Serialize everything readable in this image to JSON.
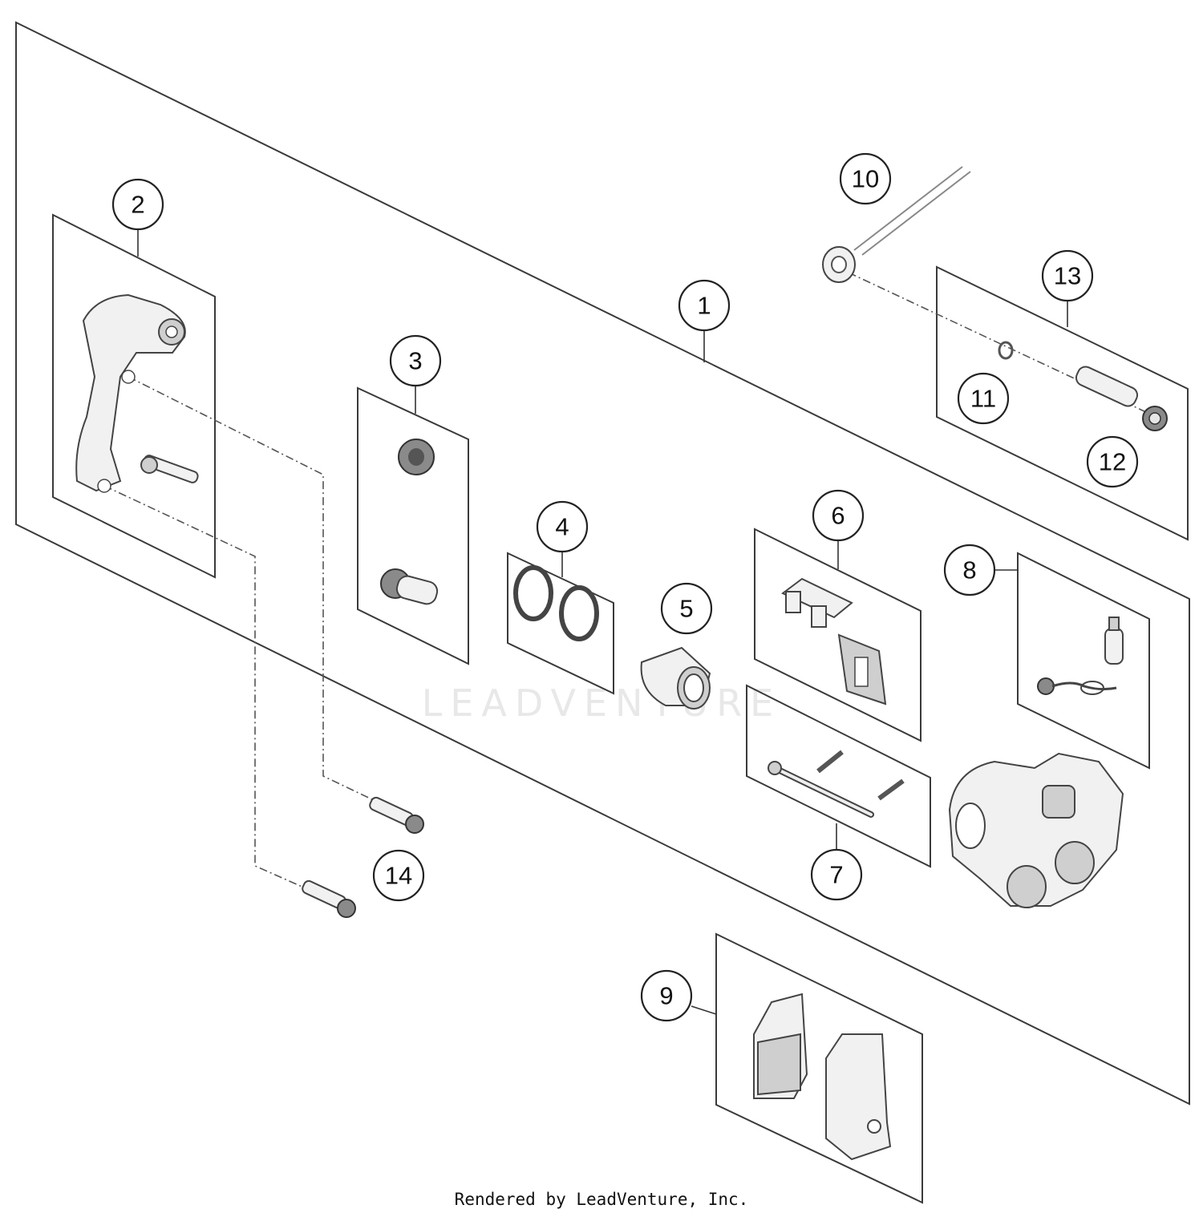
{
  "diagram": {
    "callouts": [
      {
        "label": "1"
      },
      {
        "label": "2"
      },
      {
        "label": "3"
      },
      {
        "label": "4"
      },
      {
        "label": "5"
      },
      {
        "label": "6"
      },
      {
        "label": "7"
      },
      {
        "label": "8"
      },
      {
        "label": "9"
      },
      {
        "label": "10"
      },
      {
        "label": "11"
      },
      {
        "label": "12"
      },
      {
        "label": "13"
      },
      {
        "label": "14"
      }
    ],
    "watermark": "LEADVENTURE"
  },
  "footer": {
    "text": "Rendered by LeadVenture, Inc."
  }
}
